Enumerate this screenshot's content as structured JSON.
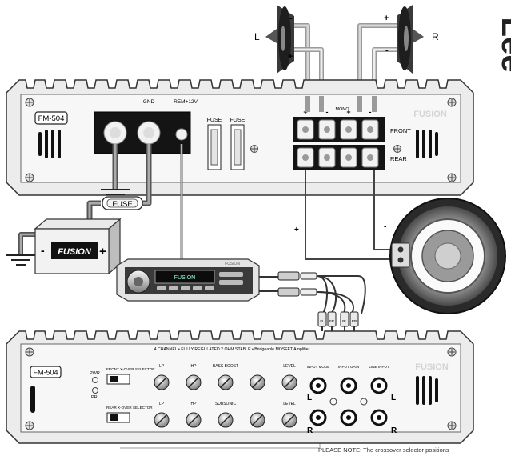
{
  "speakers": {
    "left": {
      "label": "L",
      "minus": "-",
      "plus": "+"
    },
    "right": {
      "label": "R",
      "minus": "-",
      "plus": "+"
    }
  },
  "side_text": "Lee",
  "top_amp": {
    "model": "FM-504",
    "gnd": "GND",
    "rem": "REM+12V",
    "fuse1": "FUSE",
    "fuse2": "FUSE",
    "mono": "MONO",
    "front": "FRONT",
    "rear": "REAR",
    "brand": "FUSION",
    "term_signs": [
      "+",
      "-",
      "+",
      "-"
    ]
  },
  "battery": {
    "brand": "FUSION",
    "minus": "-",
    "plus": "+"
  },
  "inline_fuse": "FUSE",
  "sub_wire": {
    "plus": "+",
    "minus": "-"
  },
  "head_unit": {
    "display": "FUSION",
    "brand": "FUSION"
  },
  "rca": {
    "labels": [
      "FL",
      "FR",
      "RL",
      "RR"
    ]
  },
  "bottom_amp": {
    "model": "FM-504",
    "headline": "4 CHANNEL • FULLY REGULATED 2 OHM STABLE • Bridgeable MOSFET Amplifier",
    "pwr": "PWR",
    "pr": "PR",
    "front_xover": "FRONT X-OVER SELECTOR",
    "rear_xover": "REAR X-OVER SELECTOR",
    "knob_row1": [
      "LP",
      "HP",
      "BASS BOOST",
      "",
      "LEVEL"
    ],
    "knob_row2": [
      "LP",
      "HP",
      "SUBSONIC",
      "",
      "LEVEL"
    ],
    "input_labels": [
      "INPUT MODE",
      "INPUT GAIN",
      "LINE INPUT"
    ],
    "ch_L": "L",
    "ch_R": "R",
    "brand": "FUSION"
  },
  "note": "PLEASE NOTE: The crossover selector positions"
}
